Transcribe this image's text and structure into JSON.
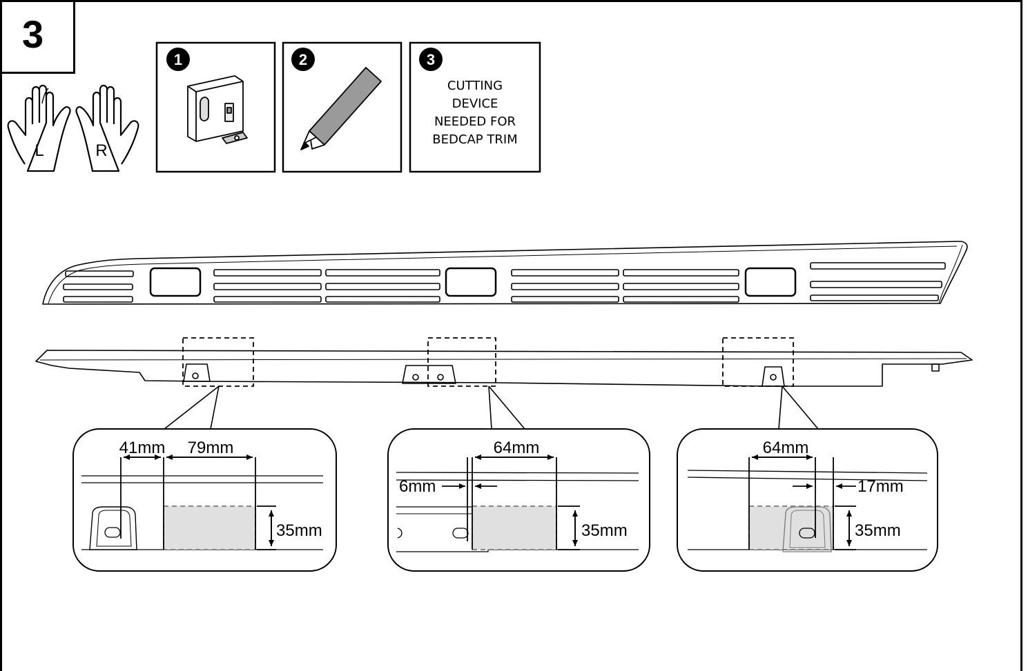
{
  "step": {
    "number": "3"
  },
  "hands": {
    "left": "L",
    "right": "R"
  },
  "tools": [
    {
      "badge": "1",
      "icon": "tape-measure-icon"
    },
    {
      "badge": "2",
      "icon": "marker-pencil-icon"
    },
    {
      "badge": "3",
      "caption_lines": [
        "CUTTING",
        "DEVICE",
        "NEEDED FOR",
        "BEDCAP TRIM"
      ]
    }
  ],
  "details": [
    {
      "dims": {
        "a": "41mm",
        "b": "79mm",
        "height": "35mm"
      }
    },
    {
      "dims": {
        "offset": "6mm",
        "width": "64mm",
        "height": "35mm"
      }
    },
    {
      "dims": {
        "width": "64mm",
        "offset": "17mm",
        "height": "35mm"
      }
    }
  ]
}
